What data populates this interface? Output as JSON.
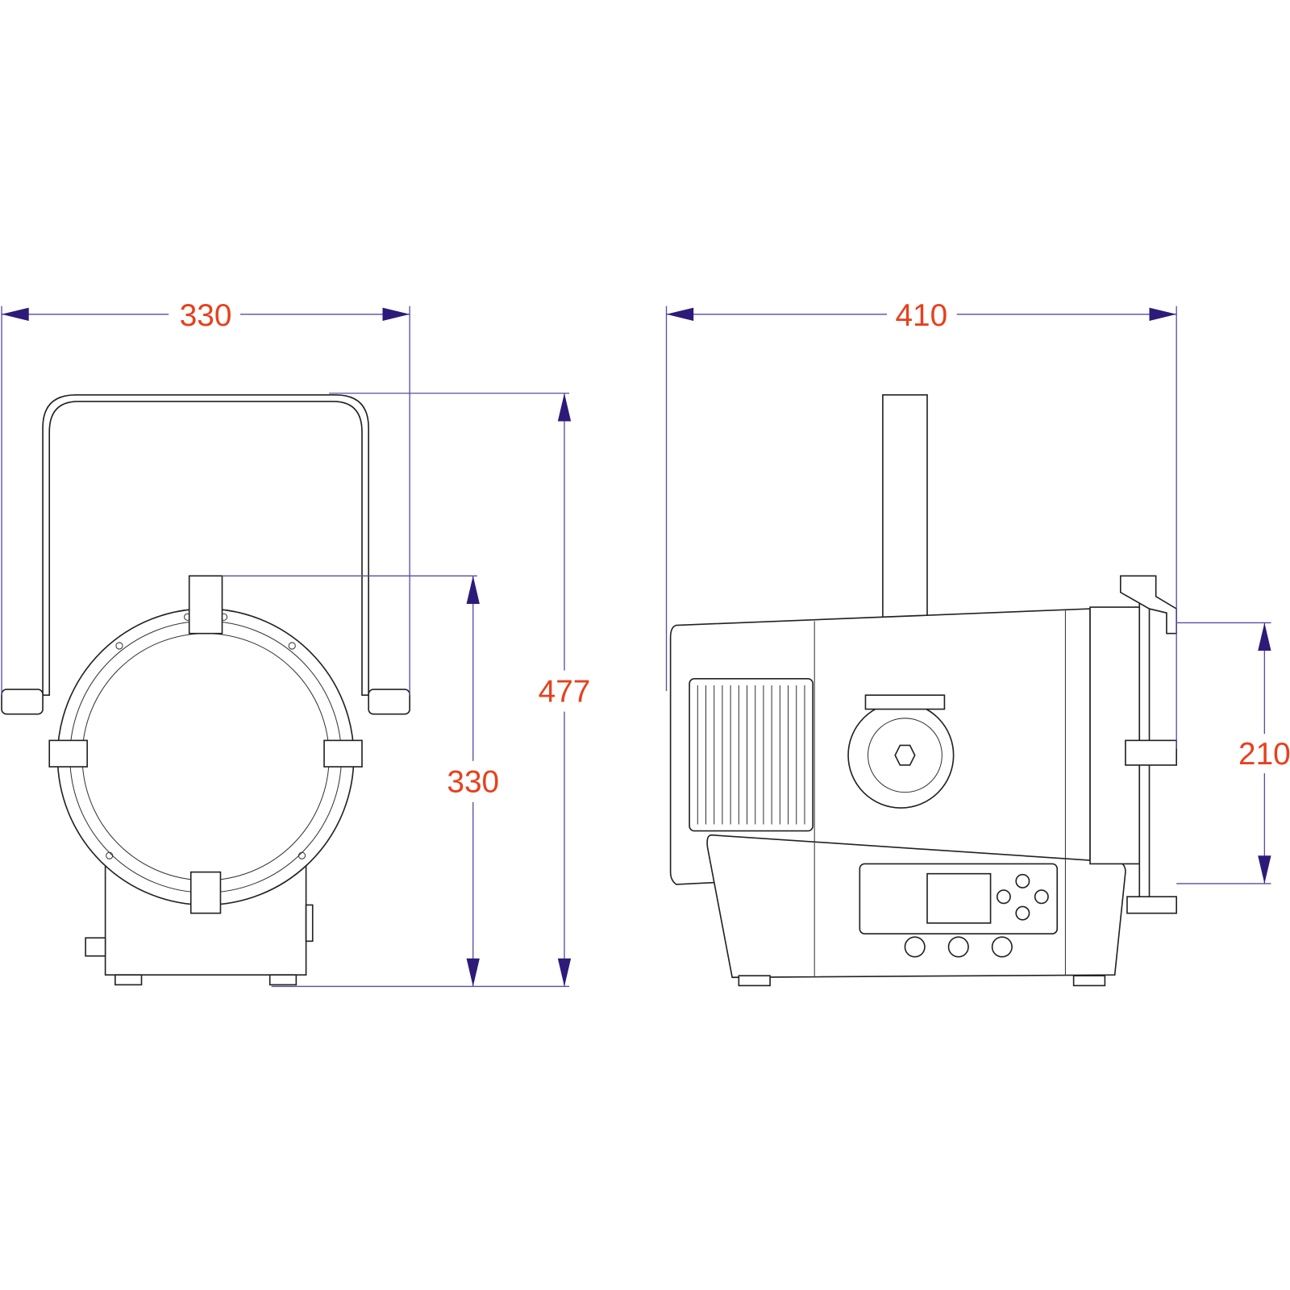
{
  "dimensions": {
    "front_width": "330",
    "overall_height": "477",
    "front_height": "330",
    "side_length": "410",
    "side_height": "210"
  },
  "colors": {
    "dimension_text": "#e8401c",
    "dimension_line": "#5a4aa8",
    "arrow": "#2e1a78",
    "outline": "#222222"
  }
}
